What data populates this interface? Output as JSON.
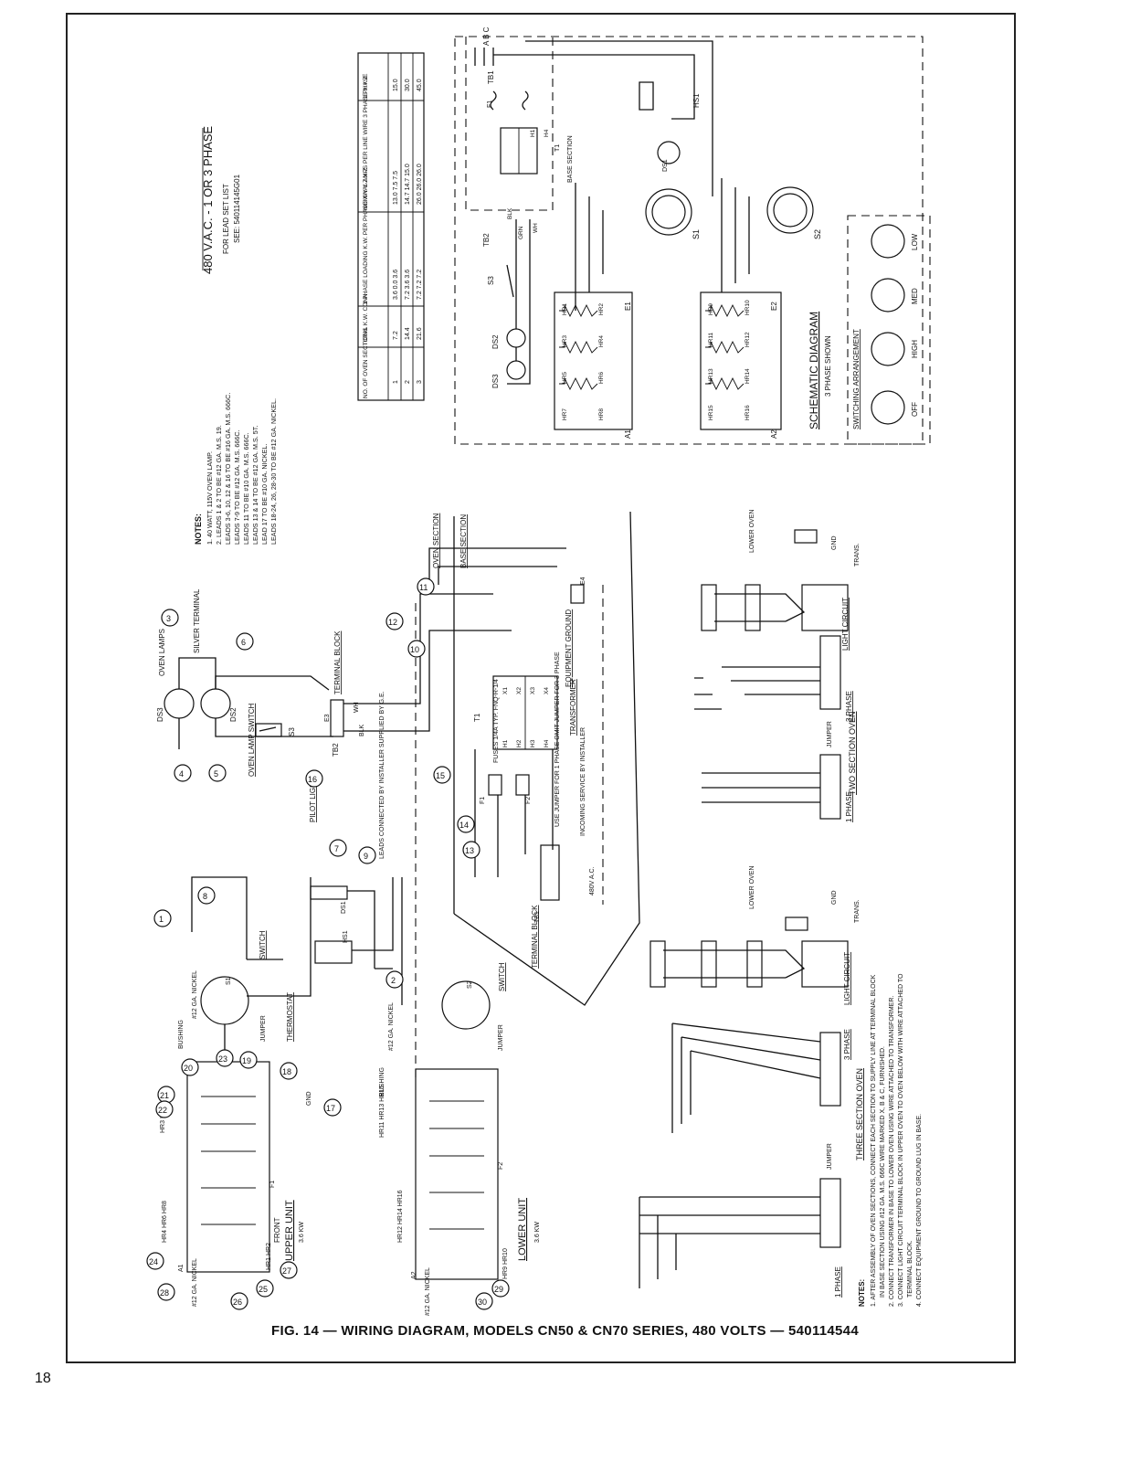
{
  "caption": "FIG. 14 — WIRING DIAGRAM, MODELS CN50 & CN70 SERIES, 480 VOLTS — 540114544",
  "page_number": "18",
  "header": {
    "voltage": "480 V.A.C. - 1 OR 3 PHASE",
    "lead_set_1": "FOR LEAD SET LIST",
    "lead_set_2": "SEE: 540114145G01"
  },
  "notes": {
    "title": "NOTES:",
    "items": [
      "1. 40 WATT, 115V OVEN LAMP.",
      "2. LEADS 1 & 2 TO BE #12 GA. M.S. 19.",
      "LEADS 3-6, 10, 12 & 16 TO BE #16 GA. M.S. 666C.",
      "LEADS 7-9 TO BE #12 GA. M.S. 666C.",
      "LEADS 11 TO BE #10 GA. M.S. 666C.",
      "LEADS 13 & 14 TO BE #12 GA. M.S. 5T.",
      "LEAD 17 TO BE #10 GA. NICKEL.",
      "LEADS 18-24, 26, 28-30 TO BE #12 GA. NICKEL."
    ]
  },
  "loading_table": {
    "headers": [
      "NO. OF OVEN SECTIONS",
      "TOTAL K.W. CONN.",
      "1 PHASE LOADING K.W. PER PHASE X-Y Y-Z X-Z",
      "NOMINAL AMPS PER LINE WIRE 3 PHASE X Y Z",
      "1 PHASE"
    ],
    "rows": [
      [
        "1",
        "7.2",
        "3.6 0.0 3.6",
        "13.0 7.5 7.5",
        "15.0"
      ],
      [
        "2",
        "14.4",
        "7.2 3.6 3.6",
        "14.7 14.7 15.0",
        "30.0"
      ],
      [
        "3",
        "21.6",
        "7.2 7.2 7.2",
        "26.0 26.0 26.0",
        "45.0"
      ]
    ]
  },
  "labels": {
    "oven_lamps": "OVEN LAMPS",
    "silver_terminal": "SILVER TERMINAL",
    "ds3": "DS3",
    "ds2": "DS2",
    "s3": "S3",
    "oven_lamp_switch": "OVEN LAMP SWITCH",
    "terminal_block": "TERMINAL BLOCK",
    "tb2": "TB2",
    "leads_connected": "LEADS CONNECTED BY INSTALLER SUPPLIED BY G.E.",
    "oven_section": "OVEN SECTION",
    "base_section": "BASE SECTION",
    "transformer": "TRANSFORMER",
    "t1": "T1",
    "fuses": "FUSES 1/4A TYP. FNQ-R-1/4",
    "equipment_ground": "EQUIPMENT GROUND",
    "e4": "E4",
    "jumper_note": "USE JUMPER FOR 1 PHASE OMIT JUMPER FOR 3 PHASE",
    "incoming_service": "INCOMING SERVICE BY INSTALLER",
    "v480": "480V A.C.",
    "tb1": "TB1",
    "terminal_block_2": "TERMINAL BLOCK",
    "pilot_light": "PILOT LIGHT",
    "ds1": "DS1",
    "hs1": "HS1",
    "thermostat": "THERMOSTAT",
    "switch_1": "SWITCH",
    "switch_2": "SWITCH",
    "jumper_1": "JUMPER",
    "jumper_2": "JUMPER",
    "bushing_1": "BUSHING",
    "bushing_2": "BUSHING",
    "nickel_1": "#12 GA. NICKEL",
    "nickel_2": "#12 GA. NICKEL",
    "nickel_3": "#12 GA. NICKEL",
    "nickel_4": "#12 GA. NICKEL",
    "s1": "S1",
    "s2": "S2",
    "upper_unit": "UPPER UNIT",
    "upper_kw": "3.6 KW",
    "lower_unit": "LOWER UNIT",
    "lower_kw": "3.6 KW",
    "front": "FRONT",
    "gnd": "GND",
    "hr_upper_a": "HR3 HR5 HR7",
    "hr_upper_b": "HR4 HR6 HR8",
    "hr_upper_c": "HR1 HR2",
    "hr_lower_a": "HR11 HR13 HR15",
    "hr_lower_b": "HR12 HR14 HR16",
    "hr_lower_c": "HR9 HR10",
    "a1": "A1",
    "a2": "A2",
    "e1": "E1",
    "e2": "E2",
    "e3": "E3",
    "f1": "F1",
    "f2": "F2",
    "h1": "H1",
    "h2": "H2",
    "h3": "H3",
    "h4": "H4",
    "x1": "X1",
    "x2": "X2",
    "x3": "X3",
    "x4": "X4",
    "wh": "WH",
    "blk": "BLK",
    "grn": "GRN"
  },
  "schematic": {
    "title": "SCHEMATIC DIAGRAM",
    "subtitle": "3 PHASE SHOWN",
    "base_section": "BASE SECTION",
    "tb1_abc": "A B C",
    "tb1": "TB1",
    "hs1": "HS1",
    "ds1": "DS1",
    "t1": "T1",
    "s1": "S1",
    "s2": "S2",
    "s3": "S3",
    "tb2": "TB2",
    "ds2": "DS2",
    "ds3": "DS3",
    "a1": "A1",
    "a2": "A2",
    "e1": "E1",
    "e2": "E2",
    "blk": "BLK",
    "grn": "GRN",
    "wh": "WH",
    "hr_top": [
      "HR7",
      "HR5",
      "HR3",
      "HR1",
      "HR8",
      "HR6",
      "HR4",
      "HR2"
    ],
    "hr_bottom": [
      "HR15",
      "HR13",
      "HR11",
      "HR9",
      "HR16",
      "HR14",
      "HR12",
      "HR10"
    ]
  },
  "switching": {
    "title": "SWITCHING ARRANGEMENT",
    "positions": [
      "OFF",
      "HIGH",
      "MED",
      "LOW"
    ]
  },
  "two_section": {
    "title": "TWO SECTION OVEN",
    "phase1": "1 PHASE",
    "phase3": "3 PHASE",
    "jumper": "JUMPER",
    "lower_oven": "LOWER OVEN",
    "trans": "TRANS.",
    "light_circuit": "LIGHT CIRCUIT",
    "gnd": "GND"
  },
  "three_section": {
    "title": "THREE SECTION OVEN",
    "phase1": "1 PHASE",
    "phase3": "3 PHASE",
    "jumper": "JUMPER",
    "lower_oven": "LOWER OVEN",
    "trans": "TRANS.",
    "light_circuit": "LIGHT CIRCUIT",
    "gnd": "GND"
  },
  "bottom_notes": {
    "title": "NOTES:",
    "items": [
      "1. AFTER ASSEMBLY OF OVEN SECTIONS, CONNECT EACH SECTION TO SUPPLY LINE AT TERMINAL BLOCK",
      "IN BASE SECTION USING #12 GA. M.S. 666C WIRE MARKED X, B & C, FURNISHED.",
      "2. CONNECT TRANSFORMER IN BASE TO LOWER OVEN USING WIRE ATTACHED TO TRANSFORMER.",
      "3. CONNECT LIGHT CIRCUIT TERMINAL BLOCK IN UPPER OVEN TO OVEN BELOW WITH WIRE ATTACHED TO",
      "TERMINAL BLOCK.",
      "4. CONNECT EQUIPMENT GROUND TO GROUND LUG IN BASE."
    ]
  },
  "lead_numbers": [
    "1",
    "2",
    "3",
    "4",
    "5",
    "6",
    "7",
    "8",
    "9",
    "10",
    "11",
    "12",
    "13",
    "14",
    "15",
    "16",
    "17",
    "18",
    "19",
    "20",
    "21",
    "22",
    "23",
    "24",
    "25",
    "26",
    "27",
    "28",
    "29",
    "30"
  ]
}
